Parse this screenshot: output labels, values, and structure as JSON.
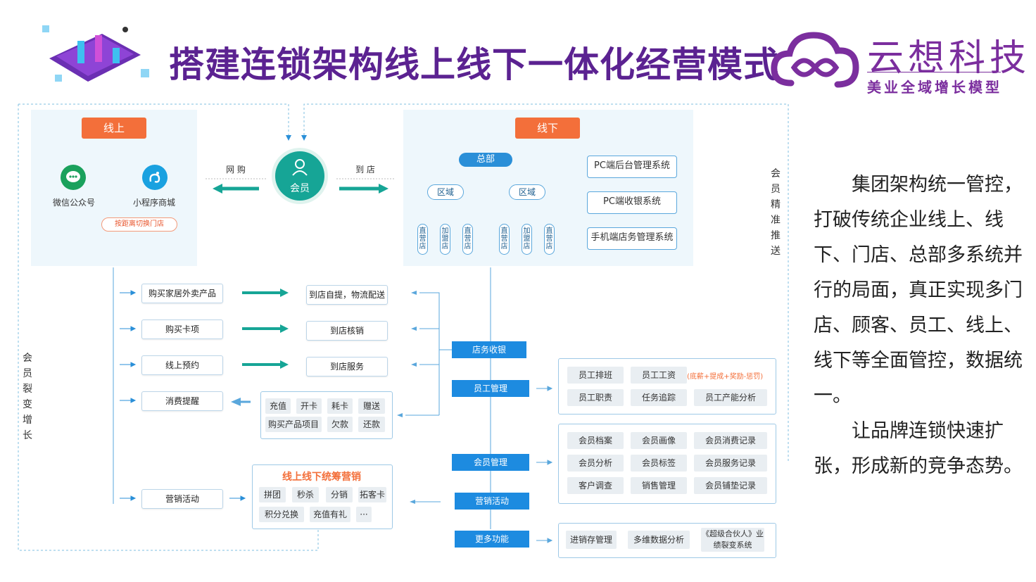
{
  "title": "搭建连锁架构线上线下一体化经营模式",
  "brand": {
    "name": "云想科技",
    "slogan": "美业全域增长模型"
  },
  "online": {
    "tag": "线上",
    "wechat": "微信公众号",
    "miniapp": "小程序商城",
    "switch_store": "按距离切换门店"
  },
  "center": {
    "member": "会员",
    "left_label": "网 购",
    "right_label": "到 店"
  },
  "offline": {
    "tag": "线下",
    "hq": "总部",
    "region_a": "区域",
    "region_b": "区域",
    "stores": [
      "直营店",
      "加盟店",
      "直营店",
      "直营店",
      "加盟店",
      "直营店"
    ],
    "systems": [
      "PC端后台管理系统",
      "PC端收银系统",
      "手机端店务管理系统"
    ]
  },
  "side_labels": {
    "precise_push": "会员精准推送",
    "fission": "会员裂变增长"
  },
  "flows": [
    {
      "left": "购买家居外卖产品",
      "right": "到店自提，物流配送"
    },
    {
      "left": "购买卡项",
      "right": "到店核销"
    },
    {
      "left": "线上预约",
      "right": "到店服务"
    },
    {
      "left": "消费提醒"
    }
  ],
  "consume": {
    "row1": [
      "充值",
      "开卡",
      "耗卡",
      "赠送"
    ],
    "row2": [
      "购买产品项目",
      "欠款",
      "还款"
    ]
  },
  "marketing_activity": "营销活动",
  "marketing_box": {
    "title": "线上线下统筹营销",
    "row1": [
      "拼团",
      "秒杀",
      "分销",
      "拓客卡"
    ],
    "row2": [
      "积分兑换",
      "充值有礼",
      "···"
    ]
  },
  "modules": [
    "店务收银",
    "员工管理",
    "会员管理",
    "营销活动",
    "更多功能"
  ],
  "staff": {
    "items": [
      "员工排班",
      "员工工资",
      "员工职责",
      "任务追踪",
      "员工产能分析"
    ],
    "note": "(底薪+提成+奖励-惩罚)"
  },
  "members": [
    "会员档案",
    "会员画像",
    "会员消费记录",
    "会员分析",
    "会员标签",
    "会员服务记录",
    "客户调查",
    "销售管理",
    "会员铺垫记录"
  ],
  "more": [
    "进销存管理",
    "多维数据分析",
    "《超级合伙人》业绩裂变系统"
  ],
  "right_text": {
    "p1": "集团架构统一管控，打破传统企业线上、线下、门店、总部多系统并行的局面，真正实现多门店、顾客、员工、线上、线下等全面管控，数据统一。",
    "p2": "让品牌连锁快速扩张，形成新的竞争态势。"
  },
  "colors": {
    "title": "#5b2291",
    "brand": "#7b2e9e",
    "accent_orange": "#f36f3a",
    "accent_blue": "#1d8be0",
    "teal": "#16a596"
  }
}
